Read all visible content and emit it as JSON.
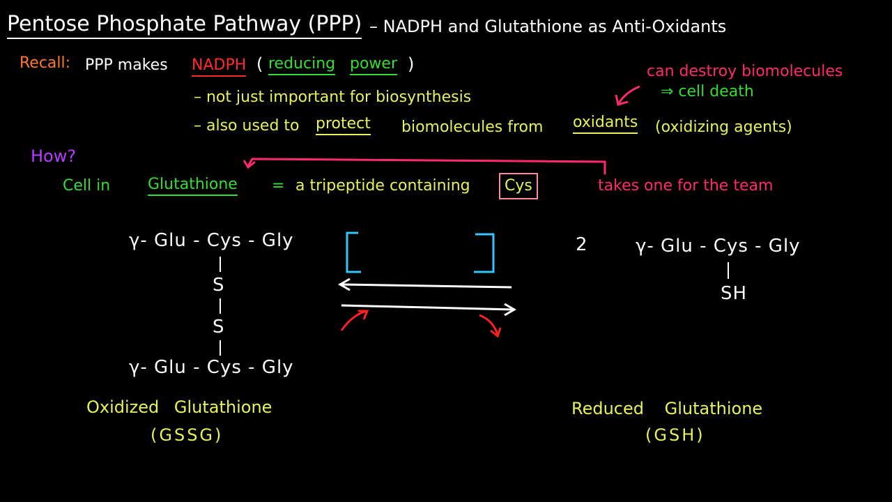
{
  "title": {
    "main": "Pentose Phosphate Pathway (PPP)",
    "sub": "– NADPH and Glutathione as Anti-Oxidants"
  },
  "recall": {
    "label": "Recall:",
    "text": "PPP makes",
    "nadph": "NADPH",
    "open_paren": "(",
    "reducing": "reducing",
    "power": "power",
    "close_paren": ")"
  },
  "bullets": {
    "b1": "– not just important for biosynthesis",
    "b2_prefix": "– also used to",
    "b2_protect": "protect",
    "b2_mid": "biomolecules from",
    "b2_oxidants": "oxidants",
    "b2_suffix": "(oxidizing agents)"
  },
  "note": {
    "line1": "can destroy biomolecules",
    "line2": "⇒ cell death"
  },
  "how": "How?",
  "cell_line": {
    "prefix": "Cell in",
    "glutathione": "Glutathione",
    "equals": "=",
    "desc": "a tripeptide containing",
    "cys": "Cys"
  },
  "team": "takes one for the team",
  "gssg": {
    "top": "γ- Glu - Cys - Gly",
    "s1": "S",
    "s2": "S",
    "bottom": "γ- Glu - Cys - Gly",
    "label1": "Oxidized Glutathione",
    "label2": "(GSSG)"
  },
  "gsh": {
    "coef": "2",
    "chain": "γ- Glu - Cys - Gly",
    "sh": "SH",
    "label1": "Reduced Glutathione",
    "label2": "(GSH)"
  },
  "colors": {
    "title": "#ffffff",
    "recall": "#ff7a2a",
    "nadph": "#ff2a2a",
    "green": "#33dd33",
    "yellow": "#e8f25a",
    "pink": "#ff2a6e",
    "purple": "#b83cff",
    "cyan": "#33c6ff",
    "red_arrow": "#ff2020"
  }
}
